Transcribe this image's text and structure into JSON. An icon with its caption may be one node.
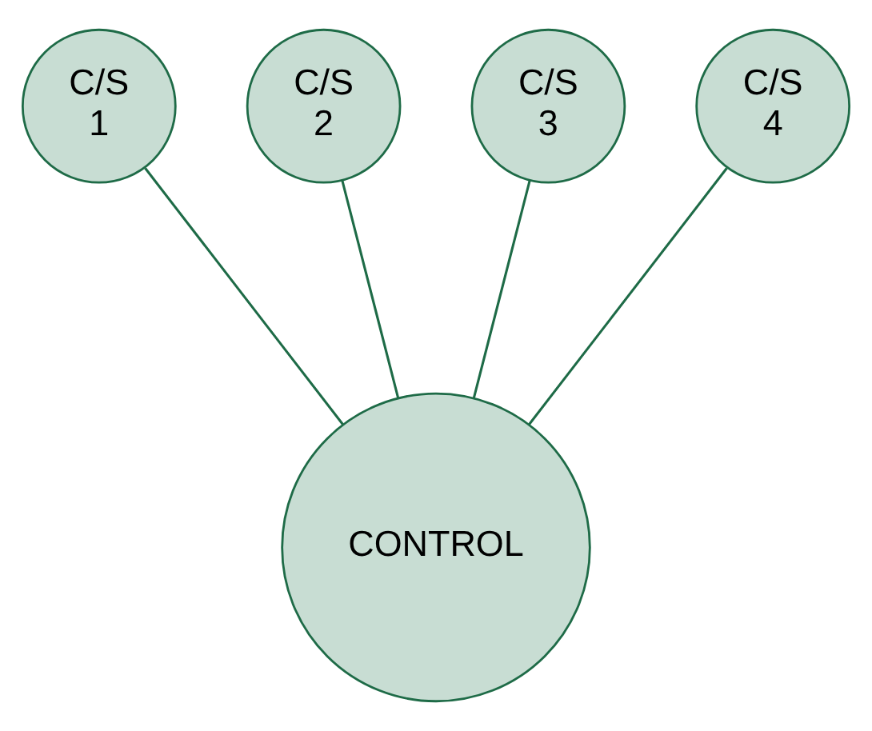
{
  "diagram": {
    "nodes": [
      {
        "text": [
          "C/S 1"
        ]
      },
      {
        "text": [
          "C/S 2"
        ]
      },
      {
        "text": [
          "C/S 3"
        ]
      },
      {
        "text": [
          "C/S 4"
        ]
      },
      {
        "text": [
          "CONTROL"
        ]
      }
    ],
    "edges": [
      {
        "from": 0,
        "to": 4,
        "arrow": "none"
      },
      {
        "from": 1,
        "to": 4,
        "arrow": "none"
      },
      {
        "from": 2,
        "to": 4,
        "arrow": "none"
      },
      {
        "from": 3,
        "to": 4,
        "arrow": "none"
      }
    ]
  }
}
